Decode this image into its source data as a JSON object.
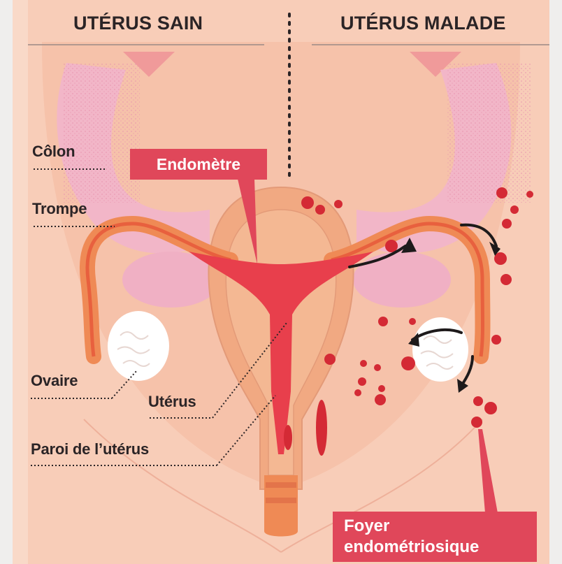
{
  "headers": {
    "left": "UTÉRUS SAIN",
    "right": "UTÉRUS MALADE"
  },
  "labels": {
    "colon": "Côlon",
    "trompe": "Trompe",
    "ovaire": "Ovaire",
    "uterus": "Utérus",
    "paroi": "Paroi de l’utérus"
  },
  "tags": {
    "endometre": "Endomètre",
    "foyer_line1": "Foyer",
    "foyer_line2": "endométriosique"
  },
  "colors": {
    "background": "#efeeed",
    "skin": "#f6c2aa",
    "colon": "#f0b2c6",
    "tube": "#ef8a55",
    "endometrium": "#e83f4c",
    "tag": "#e0475a",
    "lesion": "#d42a35",
    "text": "#2b2426"
  }
}
